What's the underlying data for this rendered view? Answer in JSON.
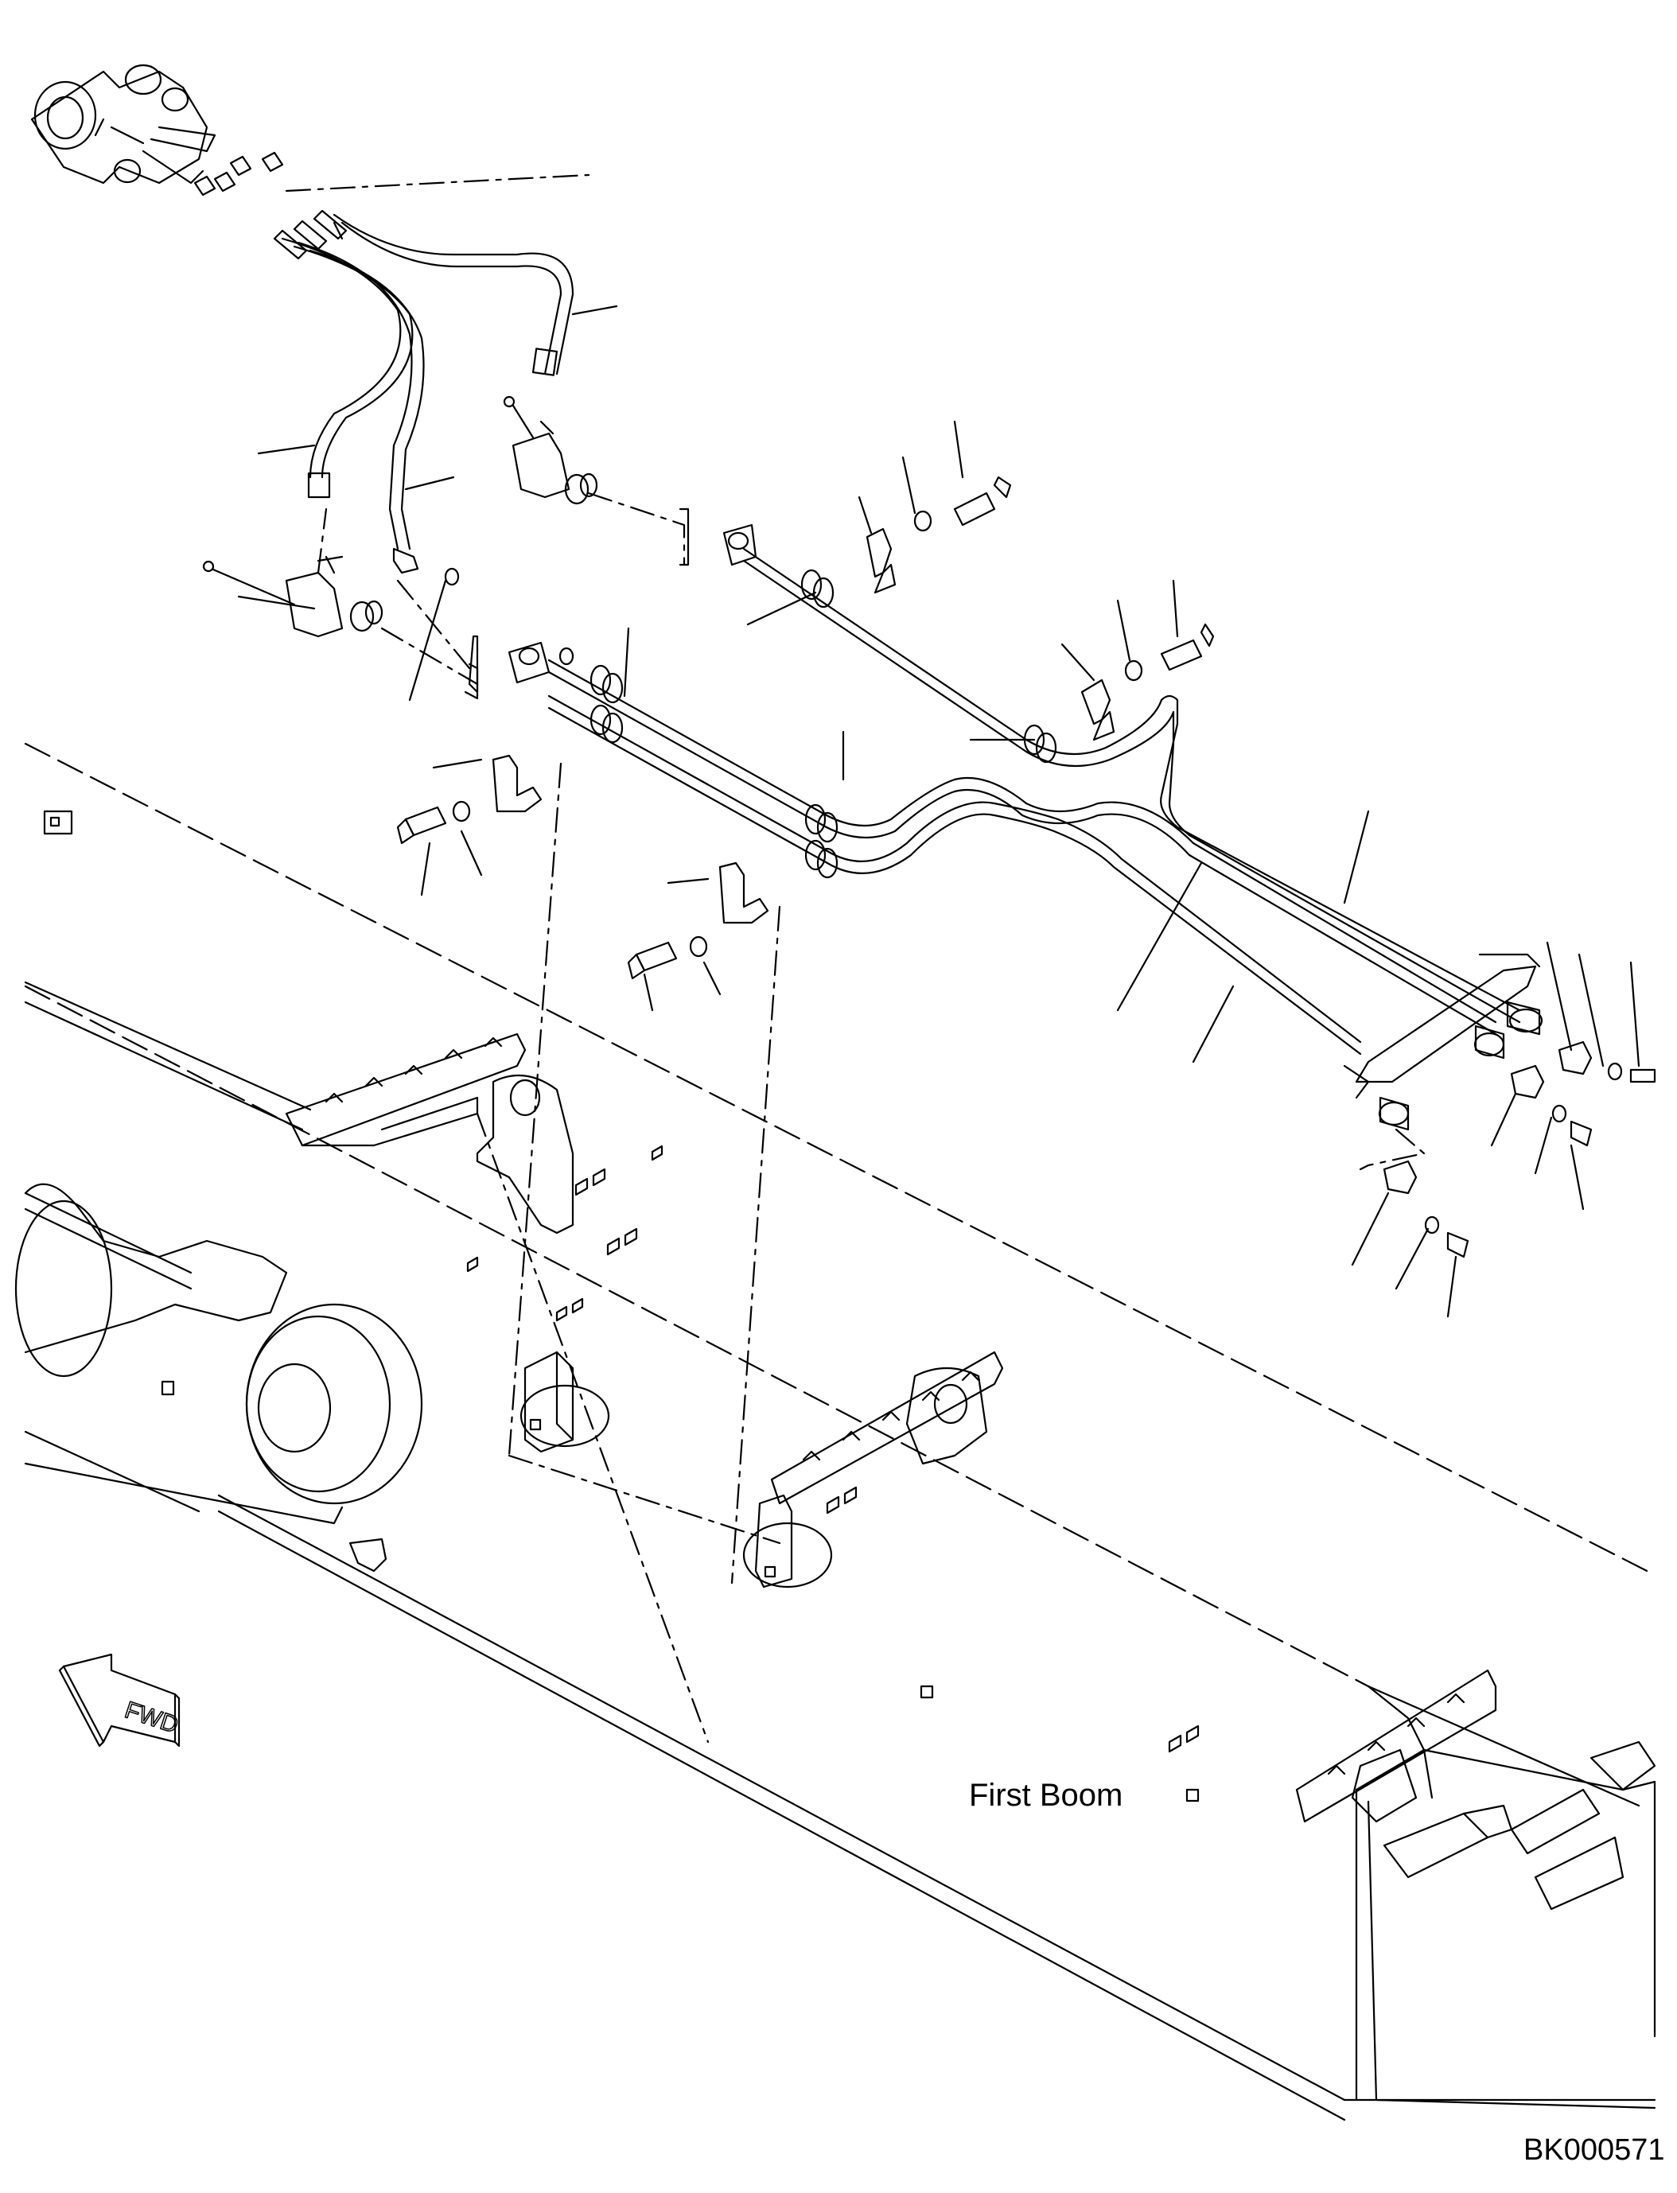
{
  "diagram": {
    "title": "First Boom",
    "drawing_code": "BK000571",
    "direction_marker": "FWD",
    "line_color": "#000000",
    "background_color": "#ffffff"
  }
}
